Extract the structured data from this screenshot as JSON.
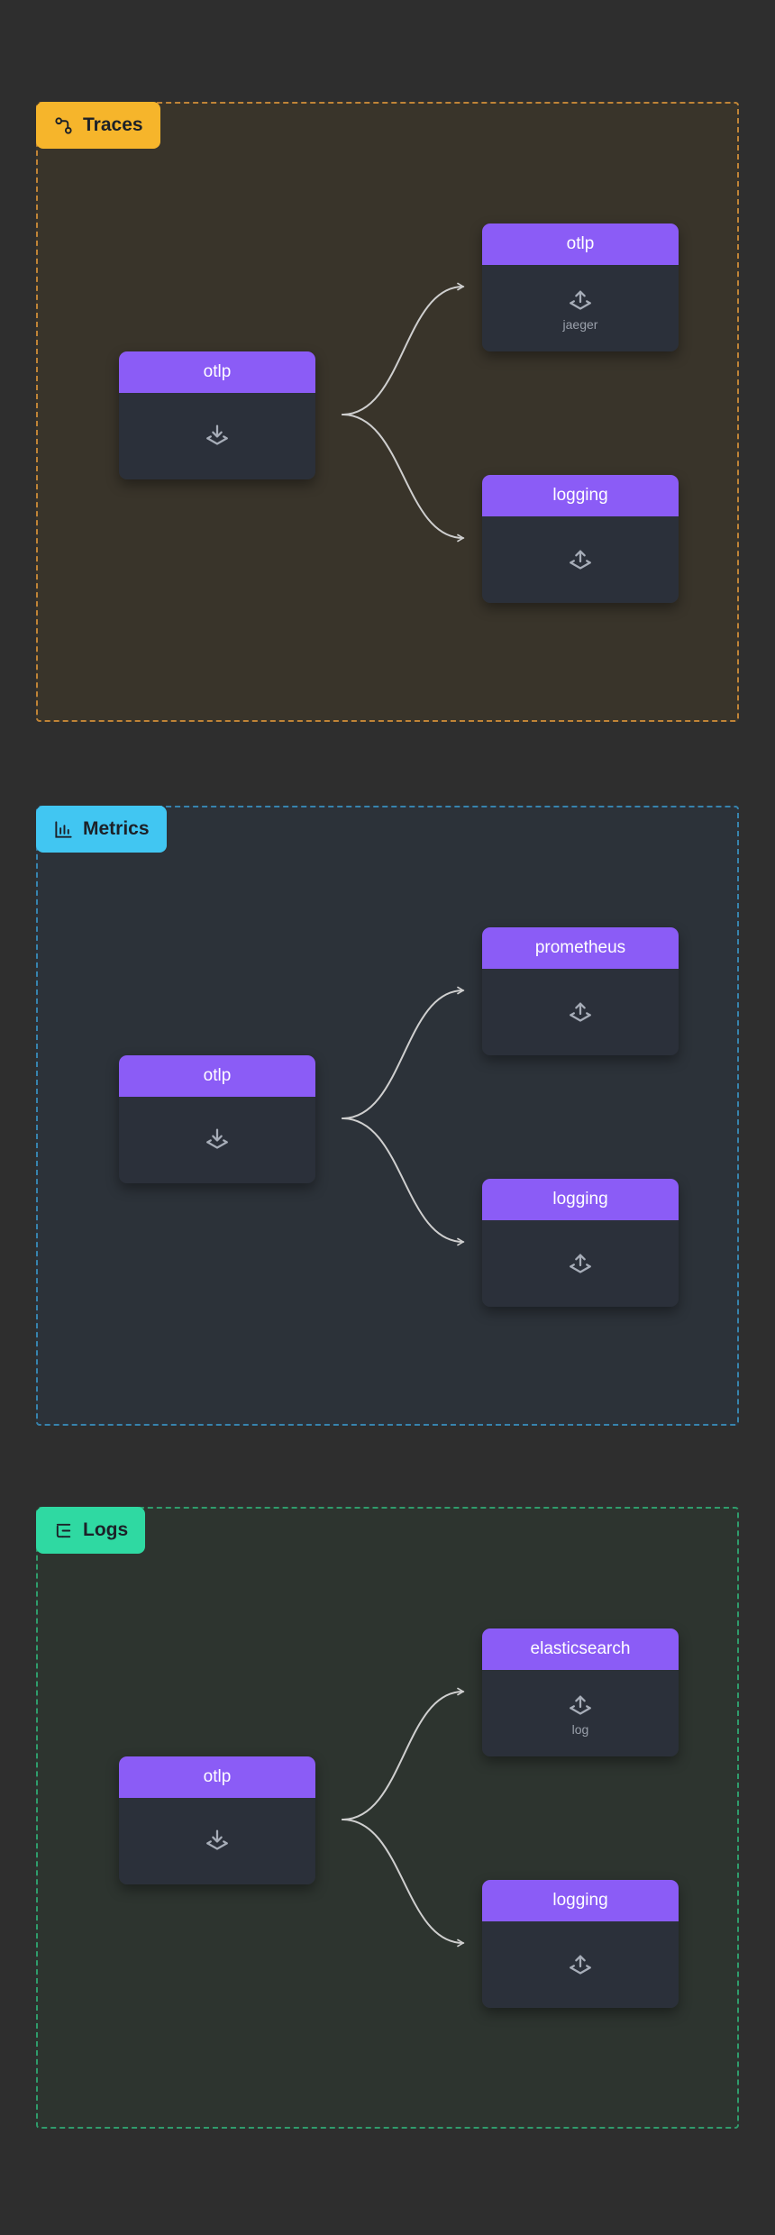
{
  "theme": {
    "page_background": "#2e2e2e",
    "node_header_color": "#8b5cf6",
    "node_body_color": "#2b303a",
    "node_title_text": "#ffffff",
    "node_subtitle_text": "#9aa0ab",
    "edge_color": "#cfcfcf"
  },
  "icons": {
    "traces_badge": "workflow-icon",
    "metrics_badge": "bar-chart-icon",
    "logs_badge": "list-tree-icon",
    "receiver_node": "download-tray-icon",
    "exporter_node": "upload-tray-icon"
  },
  "sections": [
    {
      "id": "traces",
      "label": "Traces",
      "accent_color": "#f6b52b",
      "border_color": "#c08437",
      "receiver": {
        "title": "otlp",
        "subtitle": ""
      },
      "exporters": [
        {
          "title": "otlp",
          "subtitle": "jaeger"
        },
        {
          "title": "logging",
          "subtitle": ""
        }
      ],
      "connections": [
        {
          "from": "otlp",
          "to": "otlp/jaeger"
        },
        {
          "from": "otlp",
          "to": "logging"
        }
      ]
    },
    {
      "id": "metrics",
      "label": "Metrics",
      "accent_color": "#41c6f2",
      "border_color": "#3784ae",
      "receiver": {
        "title": "otlp",
        "subtitle": ""
      },
      "exporters": [
        {
          "title": "prometheus",
          "subtitle": ""
        },
        {
          "title": "logging",
          "subtitle": ""
        }
      ],
      "connections": [
        {
          "from": "otlp",
          "to": "prometheus"
        },
        {
          "from": "otlp",
          "to": "logging"
        }
      ]
    },
    {
      "id": "logs",
      "label": "Logs",
      "accent_color": "#2fd9a2",
      "border_color": "#2f9c6c",
      "receiver": {
        "title": "otlp",
        "subtitle": ""
      },
      "exporters": [
        {
          "title": "elasticsearch",
          "subtitle": "log"
        },
        {
          "title": "logging",
          "subtitle": ""
        }
      ],
      "connections": [
        {
          "from": "otlp",
          "to": "elasticsearch/log"
        },
        {
          "from": "otlp",
          "to": "logging"
        }
      ]
    }
  ]
}
